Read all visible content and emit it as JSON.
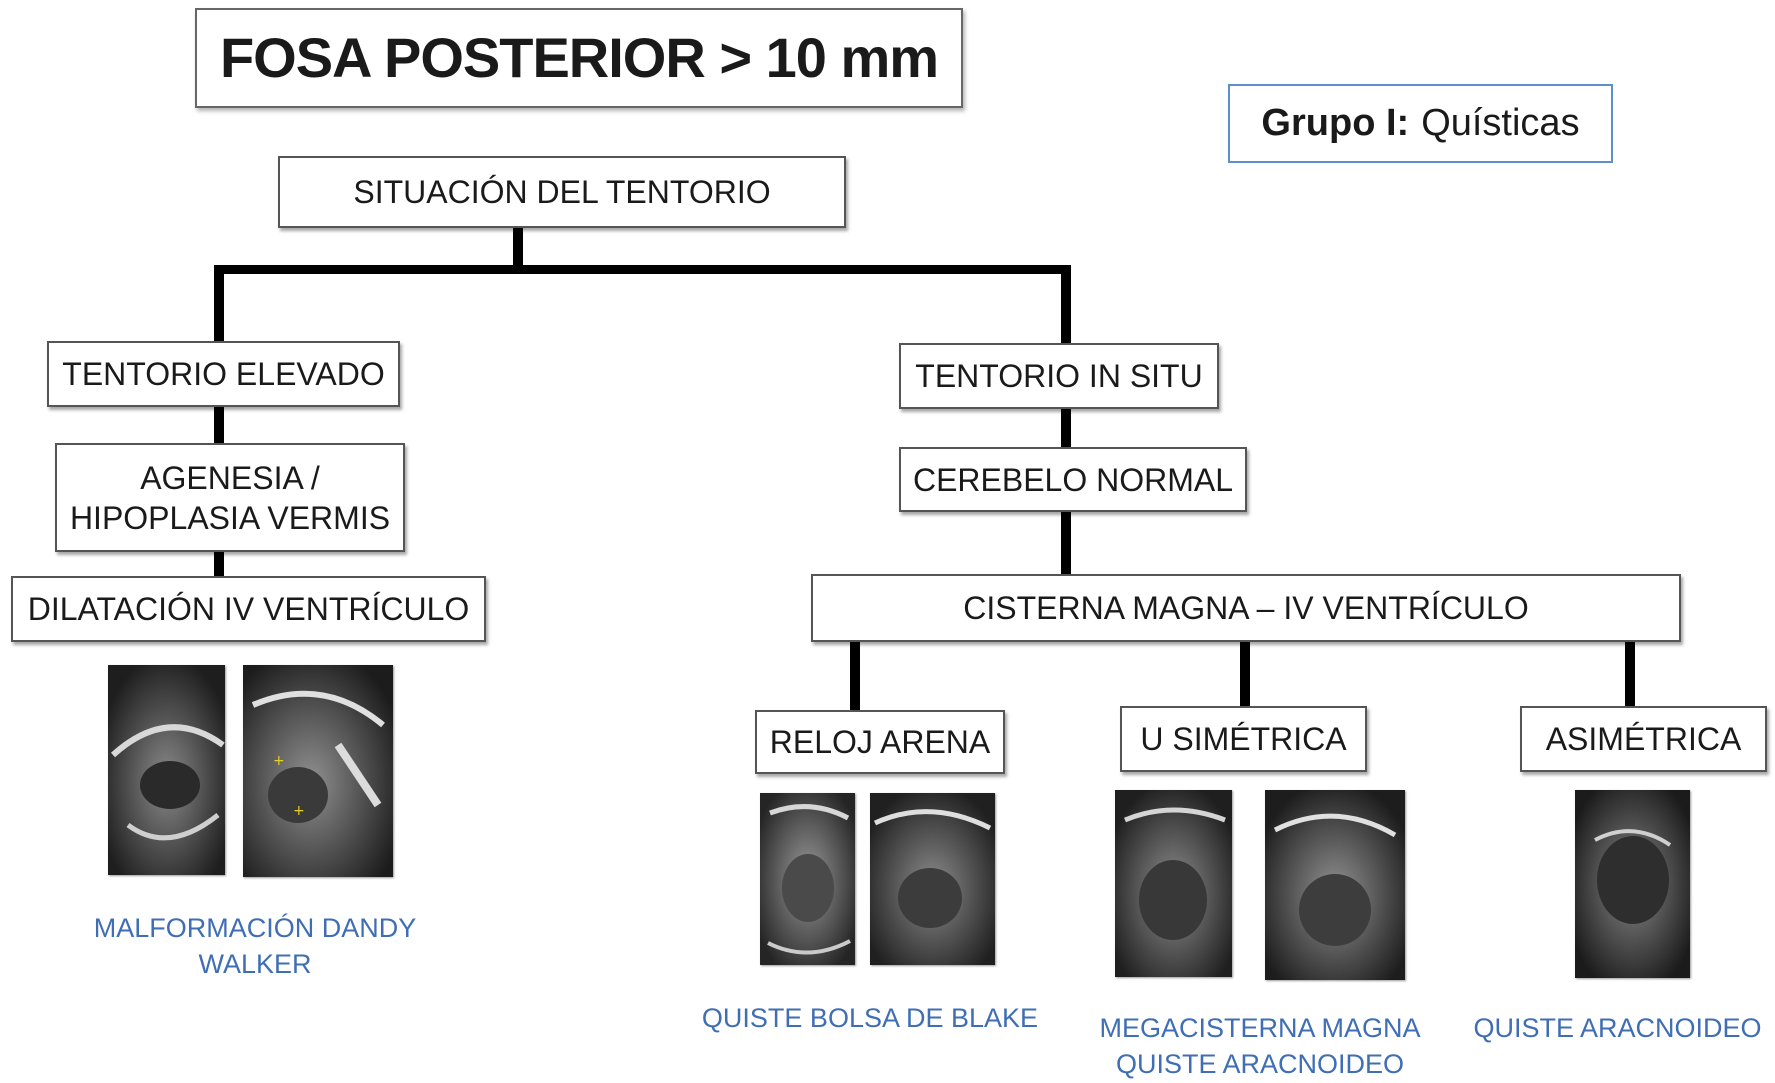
{
  "title": "FOSA POSTERIOR > 10 mm",
  "group": {
    "bold": "Grupo I:",
    "text": "Quísticas"
  },
  "nodes": {
    "tentorio": "SITUACIÓN DEL TENTORIO",
    "elevado": "TENTORIO ELEVADO",
    "agenesia_line1": "AGENESIA /",
    "agenesia_line2": "HIPOPLASIA VERMIS",
    "dilatacion": "DILATACIÓN IV VENTRÍCULO",
    "in_situ": "TENTORIO IN SITU",
    "cerebelo": "CEREBELO NORMAL",
    "cisterna": "CISTERNA MAGNA – IV VENTRÍCULO",
    "reloj": "RELOJ ARENA",
    "u_simetrica": "U SIMÉTRICA",
    "asimetrica": "ASIMÉTRICA"
  },
  "captions": {
    "dandy_line1": "MALFORMACIÓN DANDY",
    "dandy_line2": "WALKER",
    "blake": "QUISTE BOLSA DE BLAKE",
    "mega_line1": "MEGACISTERNA MAGNA",
    "mega_line2": "QUISTE ARACNOIDEO",
    "aracnoideo": "QUISTE ARACNOIDEO"
  },
  "colors": {
    "caption": "#3f6eb5",
    "group_border": "#5b8fd0",
    "connector": "#000000"
  }
}
